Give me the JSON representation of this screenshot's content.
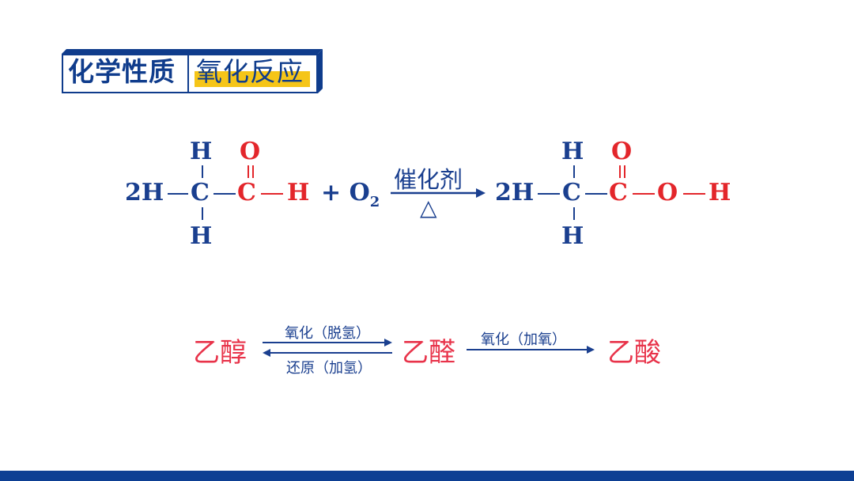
{
  "title": {
    "property_label": "化学性质",
    "reaction_label": "氧化反应"
  },
  "equation": {
    "left_coef": "2H",
    "c1": "C",
    "h_top_left": "H",
    "h_bottom_left": "H",
    "o_top_left": "O",
    "c2_left": "C",
    "h_end_left": "H",
    "plus_o2": "+ O",
    "o2_sub": "2",
    "catalyst": "催化剂",
    "heat": "△",
    "right_coef": "2H",
    "c1_right": "C",
    "h_top_right": "H",
    "h_bottom_right": "H",
    "o_top_right": "O",
    "c2_right": "C",
    "o_right": "O",
    "h_end_right": "H"
  },
  "pathway": {
    "ethanol": "乙醇",
    "acetaldehyde": "乙醛",
    "acetic_acid": "乙酸",
    "forward_label": "氧化（脱氢）",
    "reverse_label": "还原（加氢）",
    "oxidation_label": "氧化（加氧）"
  },
  "colors": {
    "blue": "#1a3f8f",
    "red": "#e3262b",
    "highlight": "#f5c518",
    "pink": "#e8334a",
    "bar": "#0d3f93"
  }
}
